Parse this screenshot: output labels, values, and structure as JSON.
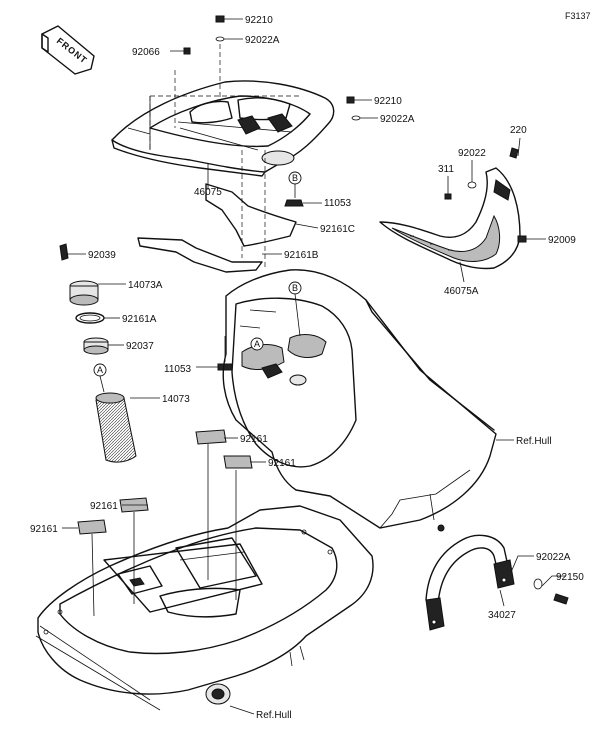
{
  "figure_id": "F3137",
  "front_label": "FRONT",
  "ref_labels": {
    "hull_right": "Ref.Hull",
    "hull_bottom": "Ref.Hull"
  },
  "callouts": {
    "A": "A",
    "B": "B"
  },
  "parts": {
    "p92210_top": "92210",
    "p92022A_top": "92022A",
    "p92066": "92066",
    "p92210_mid": "92210",
    "p92022A_mid": "92022A",
    "p46075": "46075",
    "p11053_right": "11053",
    "p92161C": "92161C",
    "p92161B": "92161B",
    "p220": "220",
    "p92022": "92022",
    "p311": "311",
    "p92009": "92009",
    "p46075A": "46075A",
    "p92039": "92039",
    "p14073A": "14073A",
    "p92161A": "92161A",
    "p92037": "92037",
    "p11053_left": "11053",
    "p14073": "14073",
    "p92161_a": "92161",
    "p92161_b": "92161",
    "p92161_c": "92161",
    "p92161_d": "92161",
    "p92022A_bottom": "92022A",
    "p92150": "92150",
    "p34027": "34027"
  }
}
